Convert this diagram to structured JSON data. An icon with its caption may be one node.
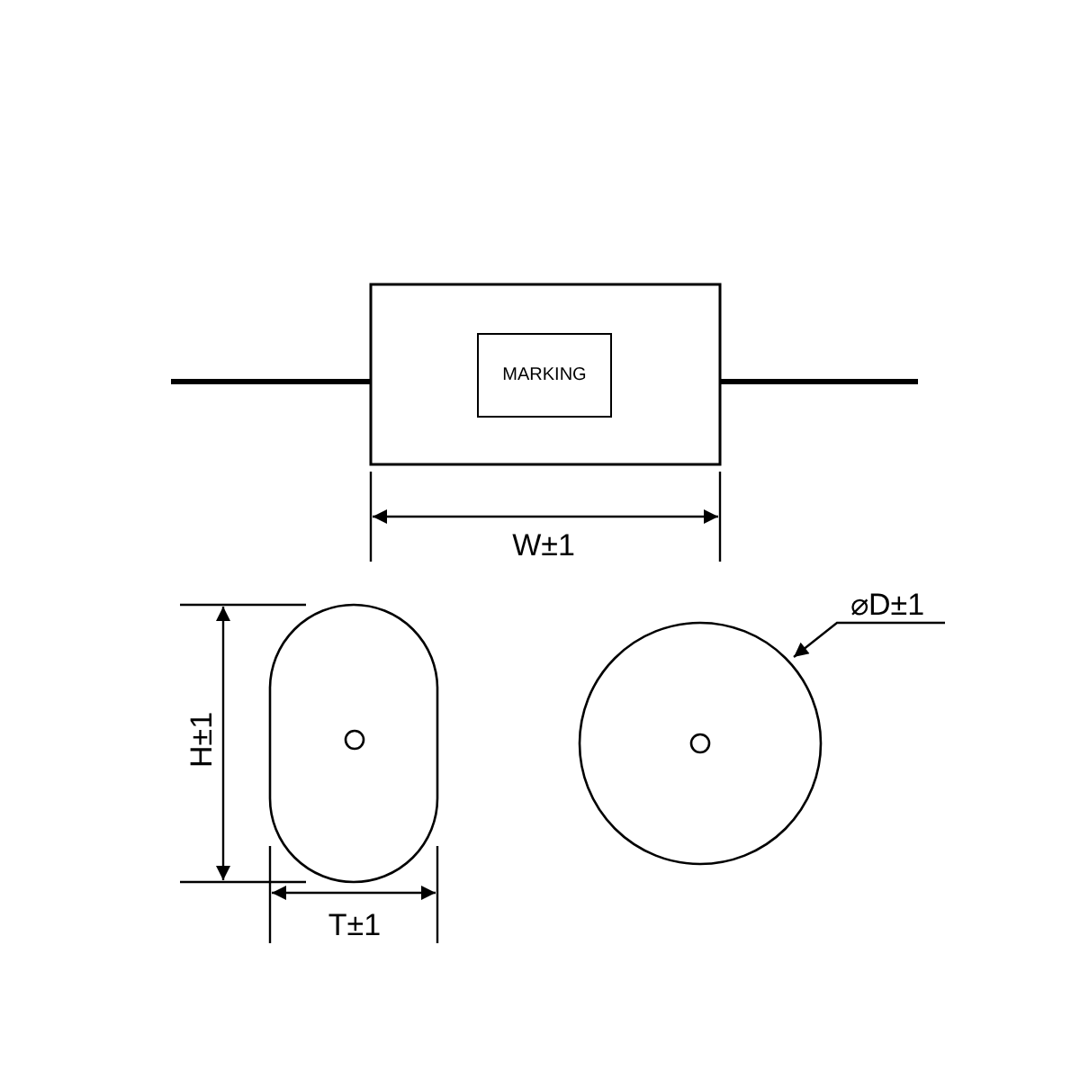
{
  "diagram": {
    "nodes": [
      {
        "text": [
          "MARKING"
        ]
      }
    ],
    "edges": [],
    "labels": [
      "W±1",
      "⌀D±1",
      "H±1",
      "T±1"
    ]
  }
}
